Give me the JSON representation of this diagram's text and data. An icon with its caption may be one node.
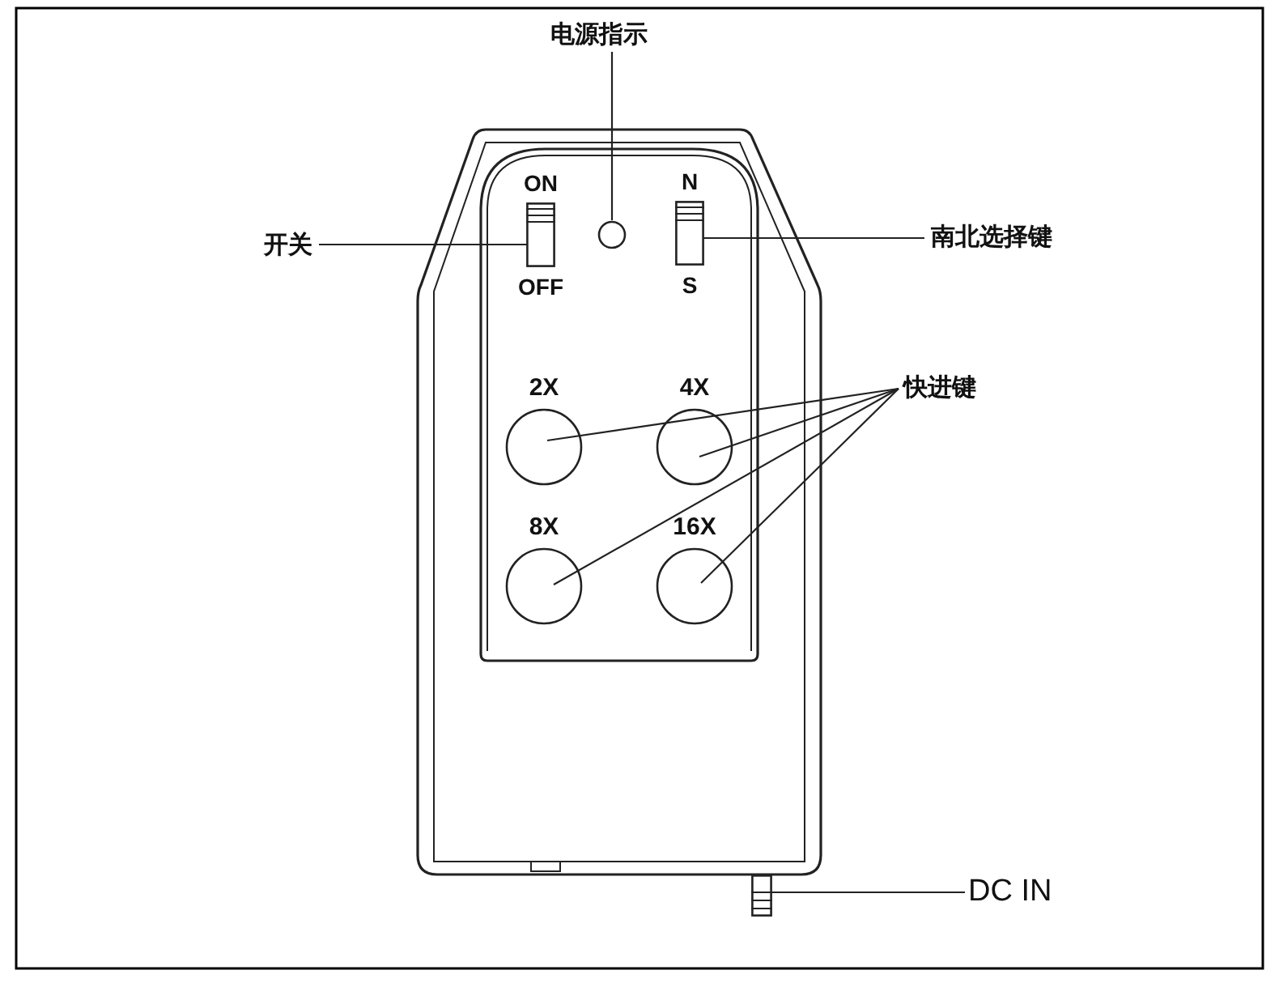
{
  "diagram": {
    "nodes": [
      {
        "text": [
          "电源指示"
        ]
      },
      {
        "text": [],
        "shape": "circle"
      },
      {
        "text": [
          "开关"
        ]
      },
      {
        "text": [],
        "shape": "box",
        "beside": [
          "ON",
          "OFF"
        ]
      },
      {
        "text": [
          "南北选择键"
        ]
      },
      {
        "text": [],
        "shape": "box",
        "beside": [
          "N",
          "S"
        ]
      },
      {
        "text": [
          "快进键"
        ]
      },
      {
        "text": [
          "2X"
        ]
      },
      {
        "text": [
          "4X"
        ]
      },
      {
        "text": [
          "8X"
        ]
      },
      {
        "text": [
          "16X"
        ]
      },
      {
        "text": [
          "DC IN"
        ]
      },
      {
        "text": [],
        "shape": "box"
      }
    ],
    "edges": [
      {
        "from": 0,
        "to": 1,
        "arrow": "none"
      },
      {
        "from": 2,
        "to": 3,
        "arrow": "none"
      },
      {
        "from": 4,
        "to": 5,
        "arrow": "none"
      },
      {
        "from": 6,
        "to": 7,
        "arrow": "none"
      },
      {
        "from": 6,
        "to": 8,
        "arrow": "none"
      },
      {
        "from": 6,
        "to": 9,
        "arrow": "none"
      },
      {
        "from": 6,
        "to": 10,
        "arrow": "none"
      },
      {
        "from": 11,
        "to": 12,
        "arrow": "none"
      }
    ]
  }
}
